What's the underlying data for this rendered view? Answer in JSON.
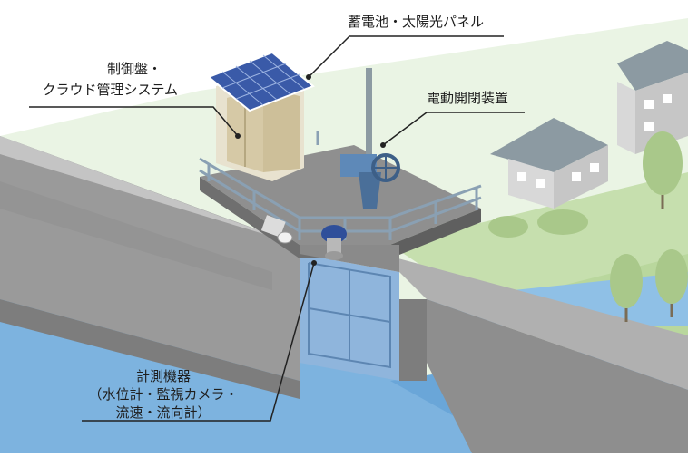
{
  "labels": {
    "battery_solar": "蓄電池・太陽光パネル",
    "control_panel_line1": "制御盤・",
    "control_panel_line2": "クラウド管理システム",
    "motor_device": "電動開閉装置",
    "measuring_line1": "計測機器",
    "measuring_line2": "（水位計・監視カメラ・",
    "measuring_line3": "流速・流向計）"
  },
  "colors": {
    "sky": "#eaf4e4",
    "grass": "#c6dfae",
    "water": "#7db3df",
    "concrete_dark": "#7d7d7d",
    "concrete_light": "#b0b0b0",
    "gate_blue": "#8fb5dc",
    "house_wall": "#d8d8d8",
    "house_roof": "#8c9aa2",
    "tree": "#a9c88a",
    "leader_line": "#222222"
  },
  "icons": [
    "solar-panel-icon",
    "camera-icon",
    "water-level-sensor-icon",
    "motor-wheel-icon"
  ]
}
